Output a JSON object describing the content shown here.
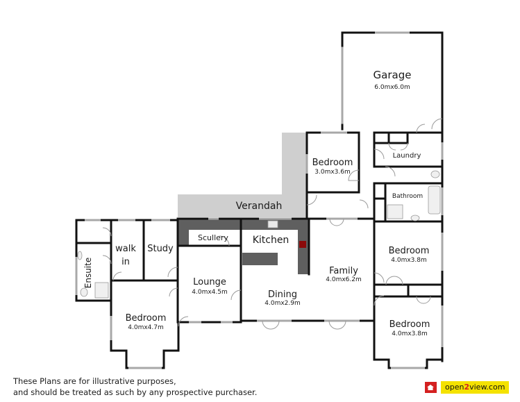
{
  "rooms": {
    "garage": {
      "name": "Garage",
      "dim": "6.0mx6.0m"
    },
    "bedroom_small": {
      "name": "Bedroom",
      "dim": "3.0mx3.6m"
    },
    "laundry": {
      "name": "Laundry"
    },
    "bathroom": {
      "name": "Bathroom"
    },
    "verandah": {
      "name": "Verandah"
    },
    "scullery": {
      "name": "Scullery"
    },
    "kitchen": {
      "name": "Kitchen"
    },
    "family": {
      "name": "Family",
      "dim": "4.0mx6.2m"
    },
    "dining": {
      "name": "Dining",
      "dim": "4.0mx2.9m"
    },
    "lounge": {
      "name": "Lounge",
      "dim": "4.0mx4.5m"
    },
    "walk_in": {
      "name_line1": "walk",
      "name_line2": "in"
    },
    "study": {
      "name": "Study"
    },
    "ensuite": {
      "name": "Ensuite"
    },
    "bedroom_master": {
      "name": "Bedroom",
      "dim": "4.0mx4.7m"
    },
    "bedroom_east_upper": {
      "name": "Bedroom",
      "dim": "4.0mx3.8m"
    },
    "bedroom_east_lower": {
      "name": "Bedroom",
      "dim": "4.0mx3.8m"
    }
  },
  "footer": {
    "disclaimer_line1": "These Plans are for illustrative purposes,",
    "disclaimer_line2": "and should be treated as such by any prospective purchaser.",
    "logo_pre": "open",
    "logo_two": "2",
    "logo_post": "view.com"
  },
  "colors": {
    "wall": "#111111",
    "verandah": "#cfcfcf",
    "bench": "#5f5f5f",
    "window": "#a8a8a8",
    "hob": "#8b0a0a",
    "logo_yellow": "#f4e200",
    "logo_red": "#d42020"
  }
}
